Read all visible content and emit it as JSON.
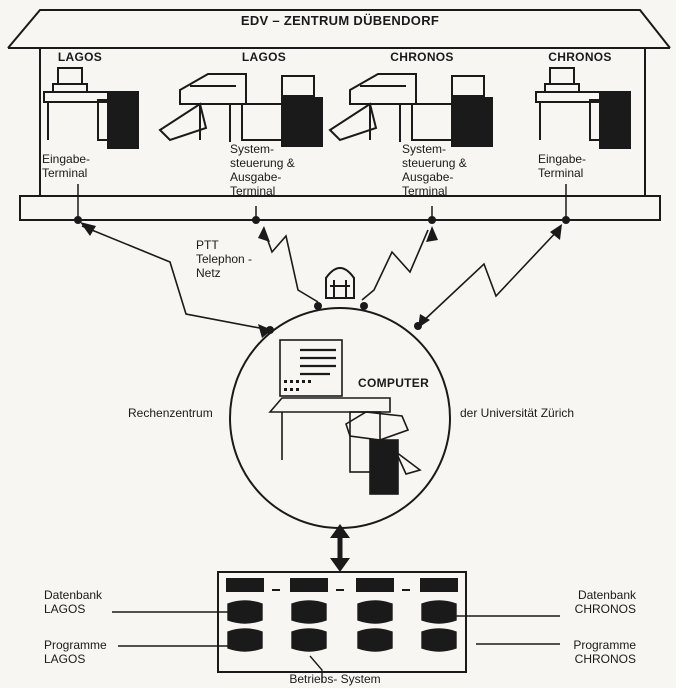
{
  "header": {
    "title": "EDV – ZENTRUM DÜBENDORF"
  },
  "stations": [
    {
      "system": "LAGOS",
      "role": "Eingabe-\nTerminal"
    },
    {
      "system": "LAGOS",
      "role": "System-\nsteuerung &\nAusgabe-\nTerminal"
    },
    {
      "system": "CHRONOS",
      "role": "System-\nsteuerung &\nAusgabe-\nTerminal"
    },
    {
      "system": "CHRONOS",
      "role": "Eingabe-\nTerminal"
    }
  ],
  "network": {
    "label": "PTT\nTelephon -\nNetz"
  },
  "computer": {
    "label": "COMPUTER",
    "left_caption": "Rechenzentrum",
    "right_caption": "der Universität Zürich"
  },
  "storage": {
    "db_left": "Datenbank\nLAGOS",
    "prog_left": "Programme\nLAGOS",
    "db_right": "Datenbank\nCHRONOS",
    "prog_right": "Programme\nCHRONOS",
    "os_label": "Betriebs- System"
  },
  "colors": {
    "ink": "#1a1a1a",
    "paper": "#f7f6f2"
  }
}
